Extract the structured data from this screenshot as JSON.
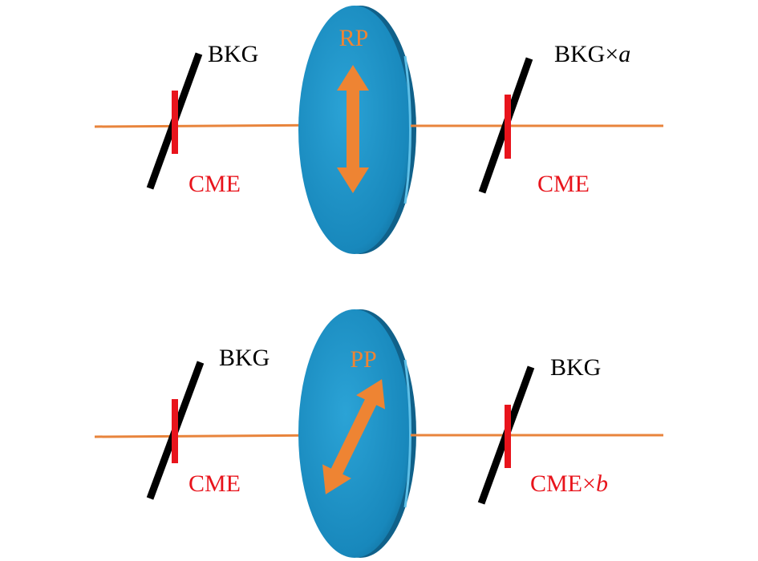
{
  "colors": {
    "beam": "#E8843C",
    "lens": "#1E94C8",
    "lens_dark": "#10618A",
    "lens_highlight": "#5EC0E8",
    "arrow": "#EE8433",
    "background_bar": "#000000",
    "cme_bar": "#E8141C",
    "label_black": "#000000",
    "label_red": "#E8141C",
    "label_orange": "#EE8433"
  },
  "panels": [
    {
      "polarizer_label": "RP",
      "arrow_orientation": "vertical",
      "left_background": {
        "text": "BKG"
      },
      "left_cme": {
        "text": "CME"
      },
      "right_background": {
        "text": "BKG×",
        "factor": "a"
      },
      "right_cme": {
        "text": "CME",
        "factor": ""
      }
    },
    {
      "polarizer_label": "PP",
      "arrow_orientation": "tilted",
      "left_background": {
        "text": "BKG"
      },
      "left_cme": {
        "text": "CME"
      },
      "right_background": {
        "text": "BKG",
        "factor": ""
      },
      "right_cme": {
        "text": "CME×",
        "factor": "b"
      }
    }
  ]
}
